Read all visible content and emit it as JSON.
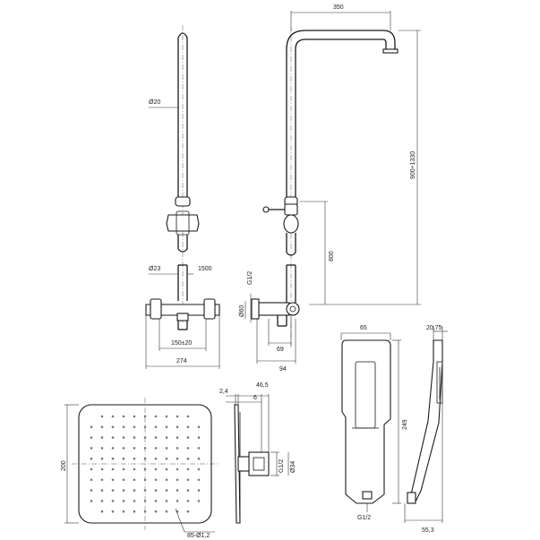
{
  "dimensions": {
    "rail_diameter": "Ø20",
    "column_diameter": "Ø23",
    "hose_length": "1500",
    "arm_reach": "350",
    "height_range": "900÷1330",
    "outlet_height": "800",
    "inlet_thread": "G1/2",
    "valve_diameter": "Ø60",
    "projection_69": "69",
    "projection_94": "94",
    "wall_centers": "150±20",
    "mixer_width": "274",
    "handshower_width": "65",
    "handshower_depth": "20,75",
    "handshower_length": "249",
    "handshower_thread": "G1/2",
    "handshower_head": "55,3",
    "head_size": "200",
    "nozzles": "85-Ø1,2",
    "head_thickness_a": "2,4",
    "head_thickness_b": "46,5",
    "head_thickness_c": "6",
    "head_thread": "G1/2",
    "head_connector": "Ø34"
  }
}
